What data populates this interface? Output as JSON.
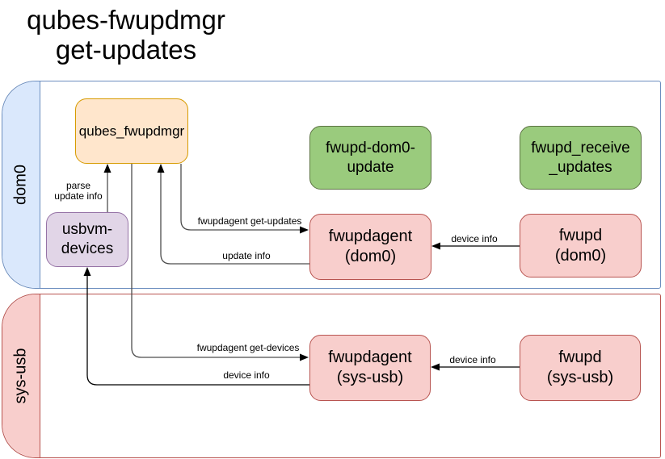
{
  "title": {
    "line1": "qubes-fwupdmgr",
    "line2": "get-updates"
  },
  "lanes": {
    "dom0": {
      "label": "dom0",
      "fill": "#dae8fc",
      "stroke": "#6c8ebf"
    },
    "sys_usb": {
      "label": "sys-usb",
      "fill": "#f8cecc",
      "stroke": "#b85450"
    }
  },
  "nodes": {
    "qubes_fwupdmgr": {
      "line1": "qubes_fwupdmgr",
      "fill": "#ffe6cc",
      "stroke": "#d79b00"
    },
    "fwupd_dom0_update": {
      "line1": "fwupd-dom0-",
      "line2": "update",
      "fill": "#9acb7d",
      "stroke": "#5d7444"
    },
    "fwupd_receive_updates": {
      "line1": "fwupd_receive",
      "line2": "_updates",
      "fill": "#9acb7d",
      "stroke": "#5d7444"
    },
    "usbvm_devices": {
      "line1": "usbvm-",
      "line2": "devices",
      "fill": "#e1d5e7",
      "stroke": "#9673a6"
    },
    "fwupdagent_dom0": {
      "line1": "fwupdagent",
      "line2": "(dom0)",
      "fill": "#f8cecc",
      "stroke": "#b85450"
    },
    "fwupd_dom0": {
      "line1": "fwupd",
      "line2": "(dom0)",
      "fill": "#f8cecc",
      "stroke": "#b85450"
    },
    "fwupdagent_sys_usb": {
      "line1": "fwupdagent",
      "line2": "(sys-usb)",
      "fill": "#f8cecc",
      "stroke": "#b85450"
    },
    "fwupd_sys_usb": {
      "line1": "fwupd",
      "line2": "(sys-usb)",
      "fill": "#f8cecc",
      "stroke": "#b85450"
    }
  },
  "edges": {
    "parse_update_info": {
      "line1": "parse",
      "line2": "update info"
    },
    "fwupdagent_get_updates": {
      "label": "fwupdagent get-updates"
    },
    "update_info": {
      "label": "update info"
    },
    "device_info_dom0": {
      "label": "device info"
    },
    "fwupdagent_get_devices": {
      "label": "fwupdagent get-devices"
    },
    "device_info_sys_usb_return": {
      "label": "device info"
    },
    "device_info_sys_usb": {
      "label": "device info"
    }
  },
  "colors": {
    "flow_line": "#4d4d4d",
    "device_line": "#000000",
    "arrowhead": "#000000"
  }
}
